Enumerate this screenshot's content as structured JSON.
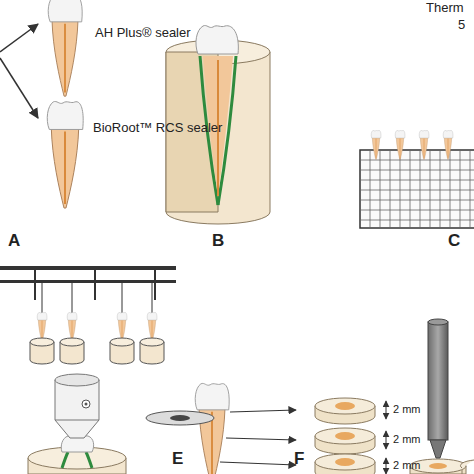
{
  "diagram": {
    "labels": [
      "AH Plus® sealer",
      "BioRoot™ RCS sealer",
      "A",
      "B",
      "Therm",
      "5",
      "C",
      "E",
      "F",
      "2 mm",
      "2 mm",
      "2 mm"
    ]
  }
}
